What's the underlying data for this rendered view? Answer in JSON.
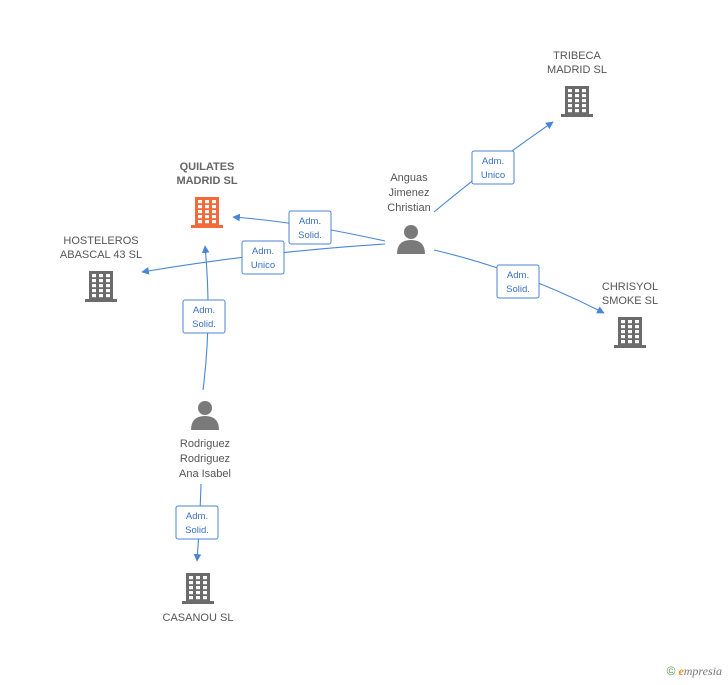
{
  "companies": [
    {
      "id": "quilates",
      "lines": [
        "QUILATES",
        "MADRID SL"
      ],
      "focus": true
    },
    {
      "id": "tribeca",
      "lines": [
        "TRIBECA",
        "MADRID SL"
      ],
      "focus": false
    },
    {
      "id": "hosteleros",
      "lines": [
        "HOSTELEROS",
        "ABASCAL 43  SL"
      ],
      "focus": false
    },
    {
      "id": "chrisyol",
      "lines": [
        "CHRISYOL",
        "SMOKE  SL"
      ],
      "focus": false
    },
    {
      "id": "casanou",
      "lines": [
        "CASANOU  SL"
      ],
      "focus": false
    }
  ],
  "persons": [
    {
      "id": "anguas",
      "lines": [
        "Anguas",
        "Jimenez",
        "Christian"
      ]
    },
    {
      "id": "rodriguez",
      "lines": [
        "Rodriguez",
        "Rodriguez",
        "Ana Isabel"
      ]
    }
  ],
  "edges": [
    {
      "id": "anguas-quilates",
      "lines": [
        "Adm.",
        "Solid."
      ]
    },
    {
      "id": "anguas-hosteleros",
      "lines": [
        "Adm.",
        "Unico"
      ]
    },
    {
      "id": "anguas-tribeca",
      "lines": [
        "Adm.",
        "Unico"
      ]
    },
    {
      "id": "anguas-chrisyol",
      "lines": [
        "Adm.",
        "Solid."
      ]
    },
    {
      "id": "rodriguez-quilates",
      "lines": [
        "Adm.",
        "Solid."
      ]
    },
    {
      "id": "rodriguez-casanou",
      "lines": [
        "Adm.",
        "Solid."
      ]
    }
  ],
  "colors": {
    "focus_company": "#f26a3a",
    "company": "#6b6b6b",
    "person": "#7a7a7a",
    "edge": "#4a86d6"
  },
  "icons": {
    "company": "building-icon",
    "person": "person-icon"
  },
  "footer": {
    "copyright": "©",
    "brand_initial": "e",
    "brand_rest": "mpresia"
  }
}
